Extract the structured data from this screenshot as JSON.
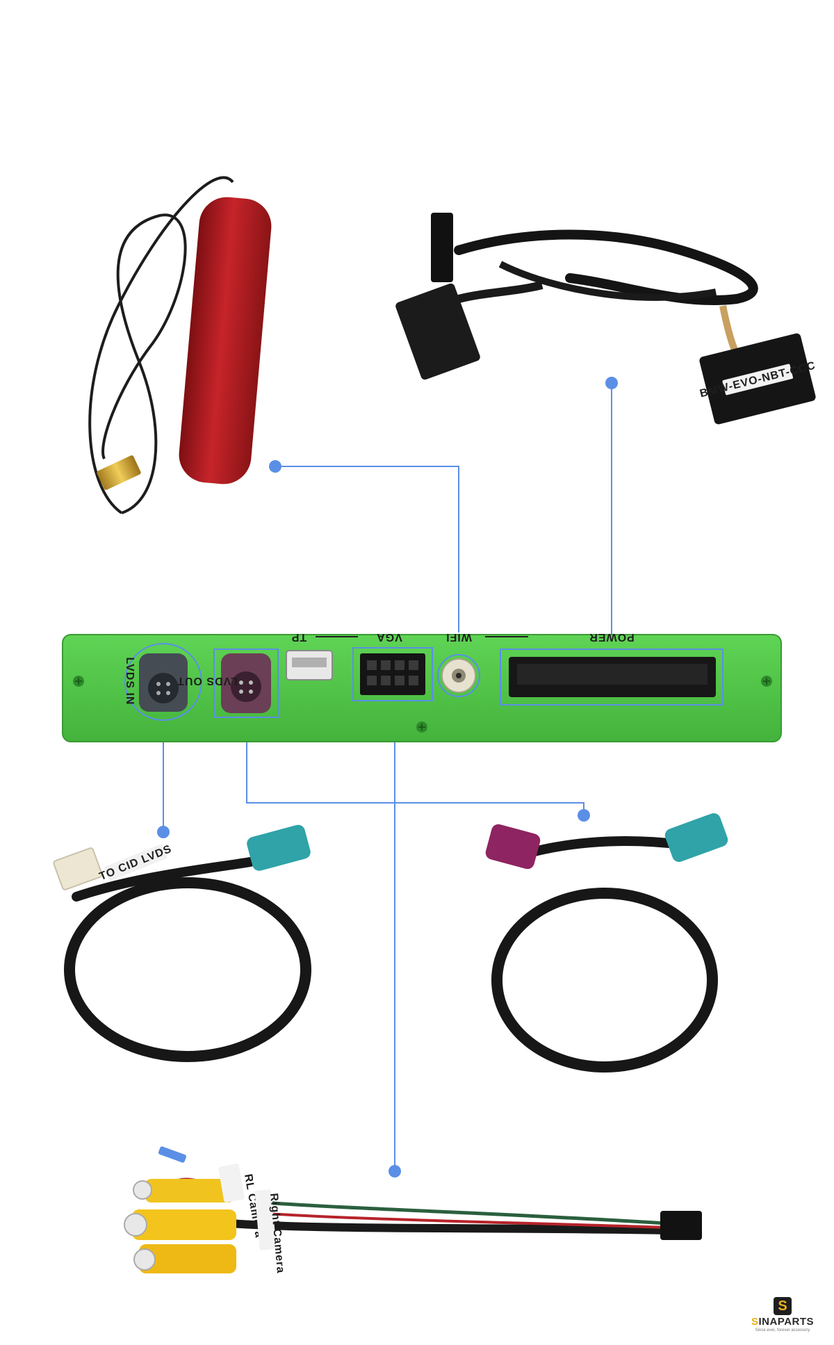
{
  "board": {
    "ports": [
      {
        "id": "lvds-in",
        "label": "LVDS IN"
      },
      {
        "id": "lvds-out",
        "label": "LVDS OUT"
      },
      {
        "id": "tp",
        "label": "TP"
      },
      {
        "id": "vga",
        "label": "VGA"
      },
      {
        "id": "wifi",
        "label": "WIFI"
      },
      {
        "id": "power",
        "label": "POWER"
      }
    ],
    "accent_color": "#5b8fe6",
    "board_color": "#52c84a"
  },
  "accessories": {
    "power_harness_tag": "BMW-EVO-NBT-CCC",
    "lvds_cable_tag": "TO CID LVDS",
    "camera_cable_tags": [
      "RL Camera",
      "Right Camera"
    ]
  },
  "logo": {
    "letter": "S",
    "name_first": "S",
    "name_rest": "INAPARTS",
    "tagline": "Since ever, forever accessory"
  }
}
